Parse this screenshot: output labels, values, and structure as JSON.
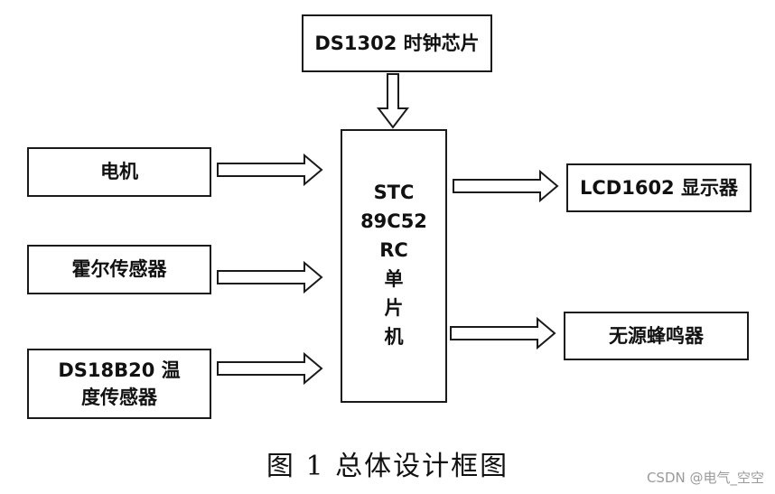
{
  "blocks": {
    "clock_chip": "DS1302 时钟芯片",
    "motor": "电机",
    "hall_sensor": "霍尔传感器",
    "temp_sensor": "DS18B20 温度传感器",
    "mcu_lines": [
      "STC",
      "89C52",
      "RC",
      "单",
      "片",
      "机"
    ],
    "lcd": "LCD1602 显示器",
    "buzzer": "无源蜂鸣器"
  },
  "caption": "图 1  总体设计框图",
  "watermark": "CSDN @电气_空空"
}
